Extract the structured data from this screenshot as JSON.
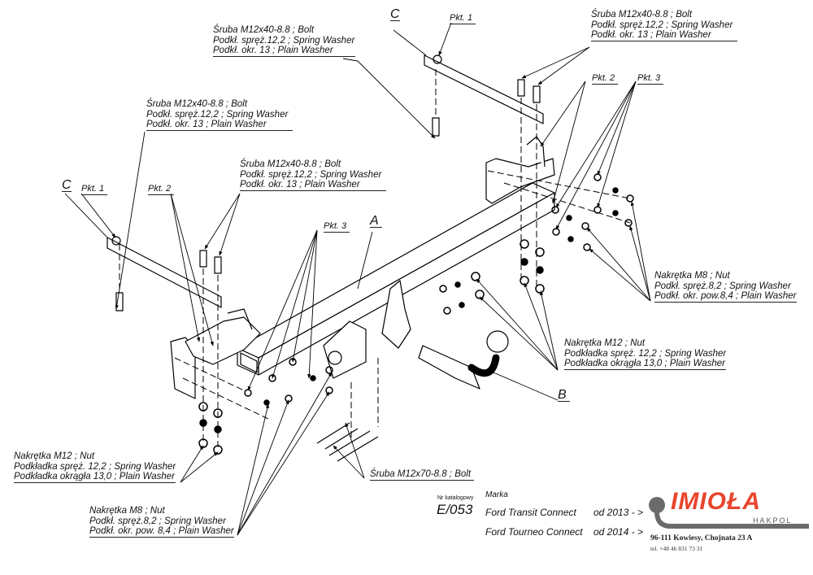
{
  "brand": {
    "name": "IMIOŁA",
    "sub": "HAKPOL",
    "address": "96-111 Kowiesy, Chojnata 23 A",
    "phone": "tel. +48 46 831 73 31",
    "accent_color": "#e8452c",
    "hook_color": "#6b6b6b"
  },
  "product": {
    "catalog_label": "Nr katalogowy",
    "make_label": "Marka",
    "catalog_number": "E/053",
    "vehicles": [
      {
        "model": "Ford Transit Connect",
        "from": "od  2013 - >"
      },
      {
        "model": "Ford Tourneo Connect",
        "from": "od  2014 - >"
      }
    ]
  },
  "parts": {
    "A": "A",
    "B": "B",
    "C": "C"
  },
  "points": {
    "pkt1": "Pkt. 1",
    "pkt2": "Pkt. 2",
    "pkt3": "Pkt. 3"
  },
  "callouts": {
    "bolt_top_center": [
      "Śruba M12x40-8.8 ;  Bolt",
      "Podkł. spręż.12,2 ; Spring Washer",
      "Podkł. okr. 13 ; Plain Washer"
    ],
    "bolt_top_right": [
      "Śruba M12x40-8.8 ;  Bolt",
      "Podkł. spręż.12,2 ; Spring Washer",
      "Podkł. okr. 13 ; Plain Washer"
    ],
    "bolt_left": [
      "Śruba M12x40-8.8 ;  Bolt",
      "Podkł. spręż.12,2 ; Spring Washer",
      "Podkł. okr. 13 ; Plain Washer"
    ],
    "bolt_mid": [
      "Śruba M12x40-8.8 ;  Bolt",
      "Podkł. spręż.12,2 ; Spring Washer",
      "Podkł. okr. 13 ; Plain Washer"
    ],
    "nut_m8_right": [
      "Nakrętka  M8 ; Nut",
      "Podkł. spręż.8,2 ; Spring Washer",
      "Podkł. okr. pow.8,4 ; Plain Washer"
    ],
    "nut_m12_right": [
      "Nakrętka  M12 ; Nut",
      "Podkładka spręż. 12,2 ; Spring Washer",
      "Podkładka okrągła 13,0 ;  Plain Washer"
    ],
    "nut_m12_left": [
      "Nakrętka  M12 ; Nut",
      "Podkładka spręż. 12,2 ; Spring Washer",
      "Podkładka okrągła 13,0 ;  Plain Washer"
    ],
    "nut_m8_left": [
      "Nakrętka  M8 ; Nut",
      "Podkł. spręż.8,2 ; Spring Washer",
      "Podkł. okr. pow. 8,4 ; Plain Washer"
    ],
    "bolt_m12x70": "Śruba M12x70-8.8 ;  Bolt"
  }
}
